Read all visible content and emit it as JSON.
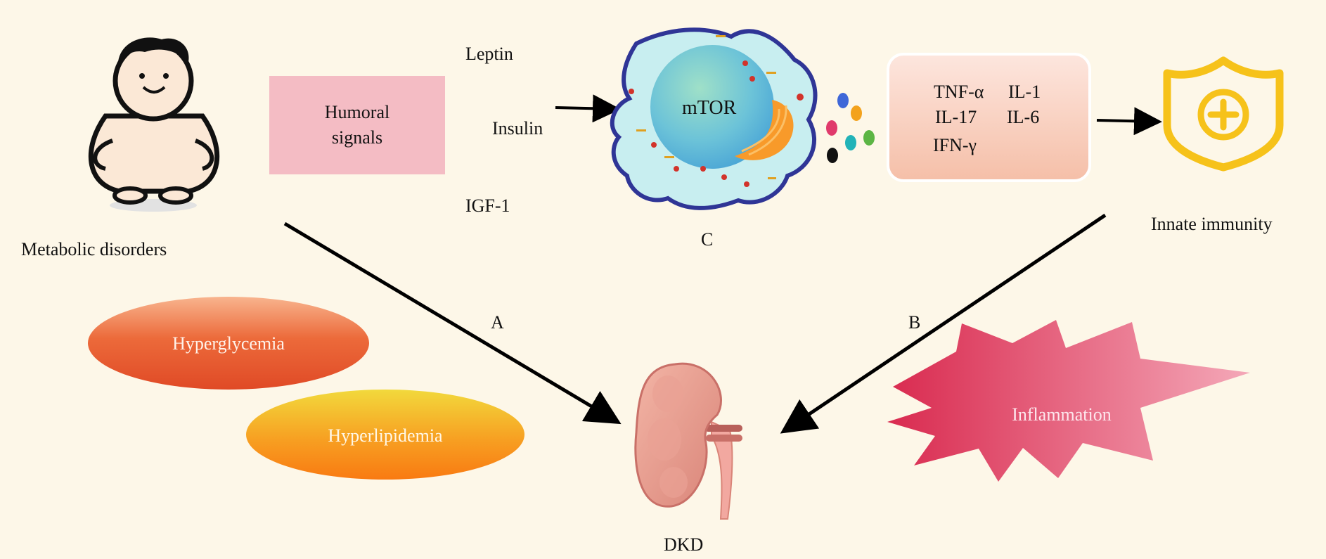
{
  "left_figure": {
    "caption": "Metabolic  disorders"
  },
  "humoral_box": {
    "line1": "Humoral",
    "line2": "signals"
  },
  "signals": {
    "leptin": "Leptin",
    "insulin": "Insulin",
    "igf1": "IGF-1"
  },
  "cell": {
    "nucleus_label": "mTOR",
    "caption": "C"
  },
  "cytokines": {
    "tnf": "TNF-α",
    "il1": "IL-1",
    "il17": "IL-17",
    "il6": "IL-6",
    "ifn": "IFN-γ"
  },
  "immunity": {
    "caption": "Innate immunity"
  },
  "pathways": {
    "a": "A",
    "b": "B"
  },
  "conditions": {
    "hyperglycemia": "Hyperglycemia",
    "hyperlipidemia": "Hyperlipidemia",
    "inflammation": "Inflammation"
  },
  "kidney": {
    "caption": "DKD"
  },
  "colors": {
    "background": "#fdf7e8",
    "humoral_box": "#f4bcc4",
    "cytokine_box": "#f7c9b8",
    "shield": "#f6c21a",
    "cell_outline": "#2f3596",
    "hyperglycemia": "#e2532a",
    "hyperlipidemia": "#f8951c",
    "inflammation": "#d9305a"
  }
}
